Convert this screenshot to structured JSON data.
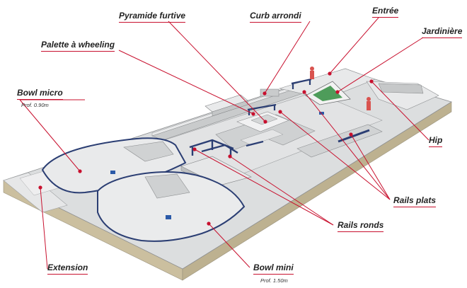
{
  "colors": {
    "leader": "#c8102e",
    "slab_top": "#d9dbdc",
    "slab_side": "#cfc3a3",
    "rail": "#2b3e73",
    "planter": "#4e9c5a"
  },
  "labels": {
    "pyramide": "Pyramide furtive",
    "curb": "Curb arrondi",
    "entree": "Entrée",
    "jardiniere": "Jardinière",
    "palette": "Palette à wheeling",
    "bowl_micro": "Bowl micro",
    "bowl_micro_depth": "Prof. 0.90m",
    "hip": "Hip",
    "rails_plats": "Rails plats",
    "rails_ronds": "Rails ronds",
    "extension": "Extension",
    "bowl_mini": "Bowl mini",
    "bowl_mini_depth": "Prof. 1.50m"
  }
}
